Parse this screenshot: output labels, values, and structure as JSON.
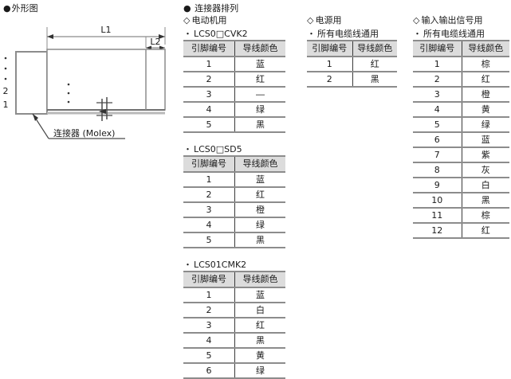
{
  "outline": {
    "title": "●外形图",
    "bullet": "●",
    "title_text": "外形图",
    "dim_l1": "L1",
    "dim_l2": "L2",
    "pin_marks": [
      "・",
      "・",
      "・"
    ],
    "pin_numbers": [
      "2",
      "1"
    ],
    "callout": "连接器 (Molex)"
  },
  "connector": {
    "bullet": "●",
    "heading": "连接器排列",
    "groups": [
      {
        "diamond": "◇",
        "title": "电动机用",
        "tables": [
          {
            "model_mark": "・",
            "model": "LCS0□CVK2",
            "columns": [
              "引脚编号",
              "导线颜色"
            ],
            "rows": [
              [
                "1",
                "蓝"
              ],
              [
                "2",
                "红"
              ],
              [
                "3",
                "―"
              ],
              [
                "4",
                "绿"
              ],
              [
                "5",
                "黑"
              ]
            ]
          },
          {
            "model_mark": "・",
            "model": "LCS0□SD5",
            "columns": [
              "引脚编号",
              "导线颜色"
            ],
            "rows": [
              [
                "1",
                "蓝"
              ],
              [
                "2",
                "红"
              ],
              [
                "3",
                "橙"
              ],
              [
                "4",
                "绿"
              ],
              [
                "5",
                "黑"
              ]
            ]
          },
          {
            "model_mark": "・",
            "model": "LCS01CMK2",
            "columns": [
              "引脚编号",
              "导线颜色"
            ],
            "rows": [
              [
                "1",
                "蓝"
              ],
              [
                "2",
                "白"
              ],
              [
                "3",
                "红"
              ],
              [
                "4",
                "黑"
              ],
              [
                "5",
                "黄"
              ],
              [
                "6",
                "绿"
              ]
            ]
          }
        ]
      },
      {
        "diamond": "◇",
        "title": "电源用",
        "tables": [
          {
            "model_mark": "・",
            "model": "所有电缆线通用",
            "columns": [
              "引脚编号",
              "导线颜色"
            ],
            "rows": [
              [
                "1",
                "红"
              ],
              [
                "2",
                "黑"
              ]
            ]
          }
        ]
      },
      {
        "diamond": "◇",
        "title": "输入输出信号用",
        "tables": [
          {
            "model_mark": "・",
            "model": "所有电缆线通用",
            "columns": [
              "引脚编号",
              "导线颜色"
            ],
            "rows": [
              [
                "1",
                "棕"
              ],
              [
                "2",
                "红"
              ],
              [
                "3",
                "橙"
              ],
              [
                "4",
                "黄"
              ],
              [
                "5",
                "绿"
              ],
              [
                "6",
                "蓝"
              ],
              [
                "7",
                "紫"
              ],
              [
                "8",
                "灰"
              ],
              [
                "9",
                "白"
              ],
              [
                "10",
                "黑"
              ],
              [
                "11",
                "棕"
              ],
              [
                "12",
                "红"
              ]
            ]
          }
        ]
      }
    ]
  },
  "colors": {
    "rule": "#8c8c8c",
    "header_fill": "#dcdcdc",
    "divider": "#3a3a3a",
    "ink": "#1a1a1a",
    "body_fill": "#b9b9b9"
  }
}
